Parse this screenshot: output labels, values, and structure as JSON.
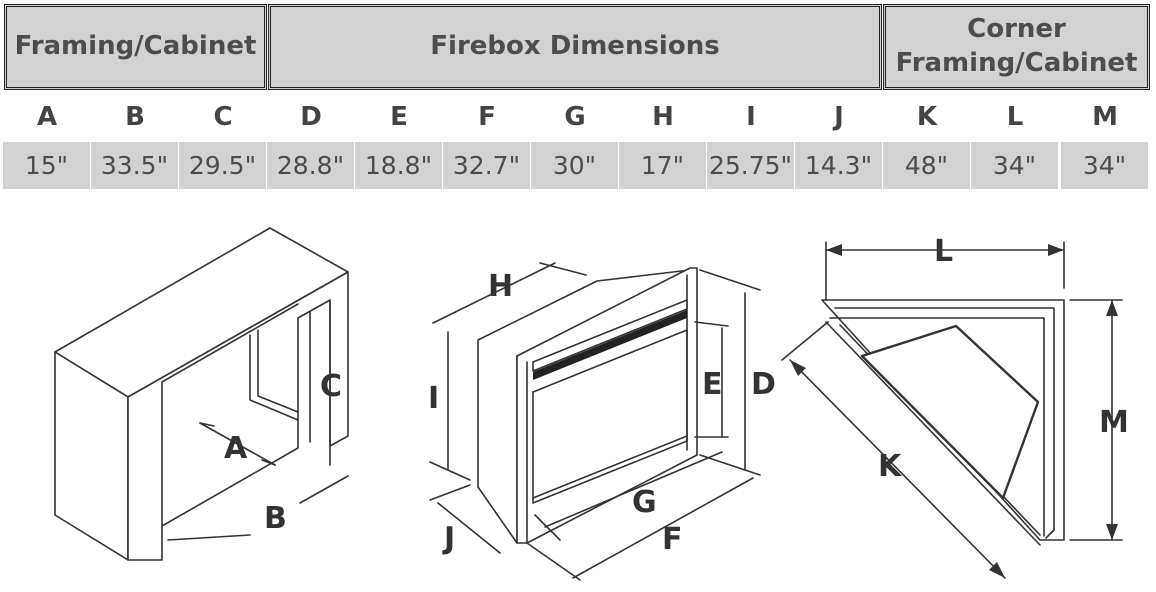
{
  "groups": [
    {
      "lines": [
        "Framing/Cabinet"
      ]
    },
    {
      "lines": [
        "Firebox Dimensions"
      ]
    },
    {
      "lines": [
        "Corner",
        "Framing/Cabinet"
      ]
    }
  ],
  "columns": [
    {
      "letter": "A",
      "value": "15\""
    },
    {
      "letter": "B",
      "value": "33.5\""
    },
    {
      "letter": "C",
      "value": "29.5\""
    },
    {
      "letter": "D",
      "value": "28.8\""
    },
    {
      "letter": "E",
      "value": "18.8\""
    },
    {
      "letter": "F",
      "value": "32.7\""
    },
    {
      "letter": "G",
      "value": "30\""
    },
    {
      "letter": "H",
      "value": "17\""
    },
    {
      "letter": "I",
      "value": "25.75\""
    },
    {
      "letter": "J",
      "value": "14.3\""
    },
    {
      "letter": "K",
      "value": "48\""
    },
    {
      "letter": "L",
      "value": "34\""
    },
    {
      "letter": "M",
      "value": "34\""
    }
  ],
  "diagram_labels": {
    "a": "A",
    "b": "B",
    "c": "C",
    "d": "D",
    "e": "E",
    "f": "F",
    "g": "G",
    "h": "H",
    "i": "I",
    "j": "J",
    "k": "K",
    "l": "L",
    "m": "M"
  },
  "colors": {
    "cell_fill": "#d2d2d2",
    "text": "#4d4d4d",
    "line": "#333333"
  }
}
